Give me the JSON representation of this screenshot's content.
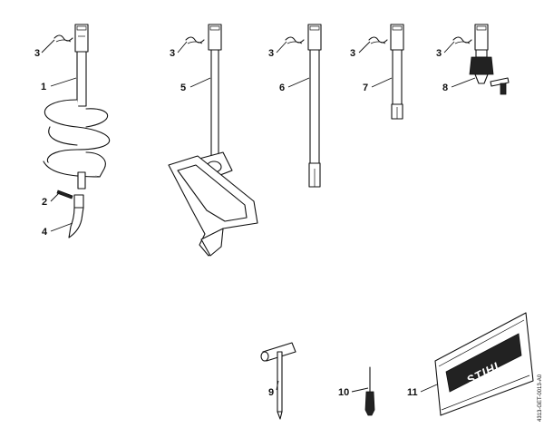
{
  "diagram": {
    "callouts": {
      "c1": "1",
      "c2": "2",
      "c3a": "3",
      "c3b": "3",
      "c3c": "3",
      "c3d": "3",
      "c3e": "3",
      "c4": "4",
      "c5": "5",
      "c6": "6",
      "c7": "7",
      "c8": "8",
      "c9": "9",
      "c10": "10",
      "c11": "11"
    },
    "brand_text": "STIHL",
    "doc_id": "4313-GET-0013-A0"
  }
}
